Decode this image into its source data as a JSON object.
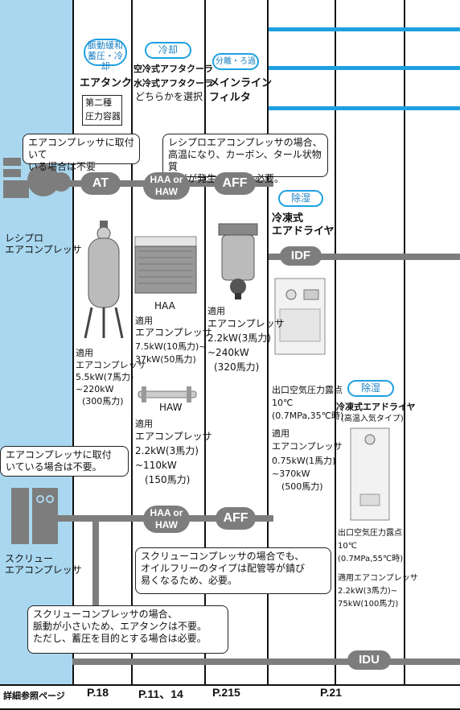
{
  "colors": {
    "blue": "#1ea0e0",
    "gray_pipe": "#7d7d7d",
    "left_col": "#a9d7ef"
  },
  "left": {
    "recip_label_1": "レシプロ",
    "recip_label_2": "エアコンプレッサ",
    "screw_label_1": "スクリュー",
    "screw_label_2": "エアコンプレッサ"
  },
  "header": {
    "tank_badge_1": "脈動緩和",
    "tank_badge_2": "蓄圧・冷却",
    "tank_title": "エアタンク",
    "tank_box_1": "第二種",
    "tank_box_2": "圧力容器",
    "cool_badge": "冷却",
    "cool_title_1": "空冷式アフタクーラ",
    "cool_title_2": "水冷式アフタクーラ",
    "cool_title_3": "どちらかを選択",
    "filter_badge": "分離・ろ過",
    "filter_title_1": "メインライン",
    "filter_title_2": "フィルタ"
  },
  "callouts": {
    "c1_1": "エアコンプレッサに取付いて",
    "c1_2": "いる場合は不要",
    "c2_1": "レシプロエアコンプレッサの場合、",
    "c2_2": "高温になり、カーボン、タール状物質",
    "c2_3": "などが発生するため必要。",
    "c3_1": "エアコンプレッサに取付",
    "c3_2": "いている場合は不要。",
    "c4_1": "スクリューコンプレッサの場合でも、",
    "c4_2": "オイルフリーのタイプは配管等が錆び",
    "c4_3": "易くなるため、必要。",
    "c5_1": "スクリューコンプレッサの場合、",
    "c5_2": "脈動が小さいため、エアタンクは不要。",
    "c5_3": "ただし、蓄圧を目的とする場合は必要。"
  },
  "nodes": {
    "at": "AT",
    "haa_haw_1": "HAA or",
    "haa_haw_2": "HAW",
    "aff": "AFF",
    "idf": "IDF",
    "idu": "IDU"
  },
  "dryer": {
    "badge": "除湿",
    "title_1": "冷凍式",
    "title_2": "エアドライヤ"
  },
  "dryer2": {
    "badge": "除湿",
    "title_1": "冷凍式エアドライヤ",
    "title_2": "(高温入気タイプ)"
  },
  "specs": {
    "at_1": "適用",
    "at_2": "エアコンプレッサ",
    "at_3": "5.5kW(7馬力)",
    "at_4": "~220kW",
    "at_5": "(300馬力)",
    "haa_label": "HAA",
    "haa_1": "適用",
    "haa_2": "エアコンプレッサ",
    "haa_3": "7.5kW(10馬力)~",
    "haa_4": "37kW(50馬力)",
    "haw_label": "HAW",
    "haw_1": "適用",
    "haw_2": "エアコンプレッサ",
    "haw_3": "2.2kW(3馬力)",
    "haw_4": "~110kW",
    "haw_5": "(150馬力)",
    "aff_1": "適用",
    "aff_2": "エアコンプレッサ",
    "aff_3": "2.2kW(3馬力)",
    "aff_4": "~240kW",
    "aff_5": "(320馬力)",
    "idf_1": "出口空気圧力露点",
    "idf_2": "10℃",
    "idf_3": "(0.7MPa,35℃時)",
    "idf_4": "適用",
    "idf_5": "エアコンプレッサ",
    "idf_6": "0.75kW(1馬力)",
    "idf_7": "~370kW",
    "idf_8": "(500馬力)",
    "idu_1": "出口空気圧力露点",
    "idu_2": "10℃",
    "idu_3": "(0.7MPa,55℃時)",
    "idu_4": "適用エアコンプレッサ",
    "idu_5": "2.2kW(3馬力)~",
    "idu_6": "75kW(100馬力)"
  },
  "footer": {
    "label": "詳細参照ページ",
    "p1": "P.18",
    "p2": "P.11、14",
    "p3": "P.215",
    "p4": "P.21"
  }
}
